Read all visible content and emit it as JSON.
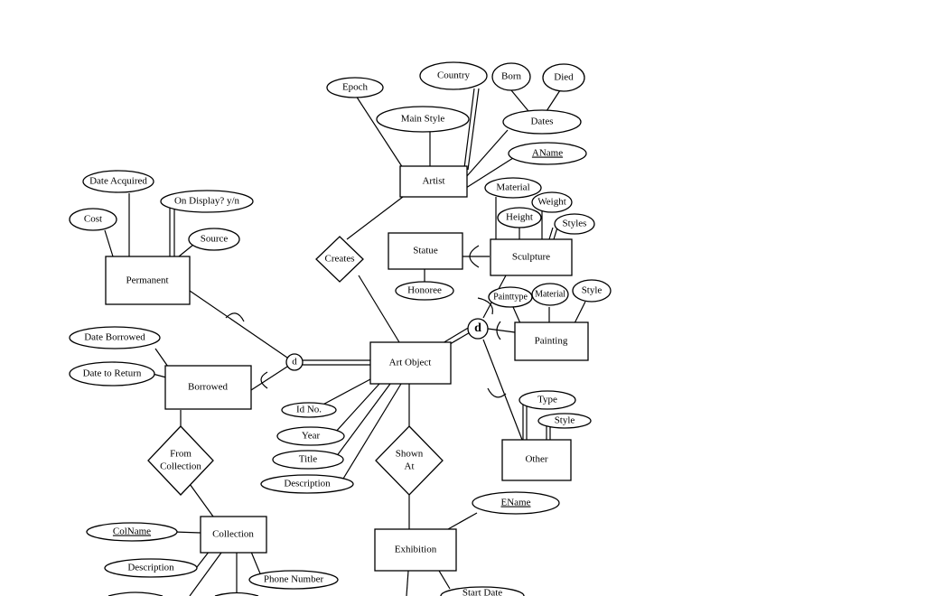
{
  "entities": {
    "artist": "Artist",
    "statue": "Statue",
    "sculpture": "Sculpture",
    "permanent": "Permanent",
    "borrowed": "Borrowed",
    "art_object": "Art Object",
    "painting": "Painting",
    "other": "Other",
    "collection": "Collection",
    "exhibition": "Exhibition"
  },
  "relationships": {
    "creates": "Creates",
    "from_collection": [
      "From",
      "Collection"
    ],
    "shown_at": [
      "Shown",
      "At"
    ]
  },
  "specializations": {
    "art_object_disjoint": "d",
    "type_disjoint": "d"
  },
  "attributes": {
    "epoch": "Epoch",
    "country": "Country",
    "born": "Born",
    "died": "Died",
    "main_style": "Main Style",
    "dates": "Dates",
    "aname": "AName",
    "date_acquired": "Date Acquired",
    "on_display": "On Display? y/n",
    "cost": "Cost",
    "source": "Source",
    "material_sculpture": "Material",
    "weight": "Weight",
    "height": "Height",
    "styles": "Styles",
    "honoree": "Honoree",
    "painttype": "Painttype",
    "material_painting": "Material",
    "style_painting": "Style",
    "date_borrowed": "Date Borrowed",
    "date_to_return": "Date to Return",
    "id_no": "Id No.",
    "year": "Year",
    "title": "Title",
    "description_art": "Description",
    "type": "Type",
    "style_other": "Style",
    "ename": "EName",
    "colname": "ColName",
    "description_col": "Description",
    "phone_number": "Phone Number",
    "start_date": "Start Date"
  }
}
